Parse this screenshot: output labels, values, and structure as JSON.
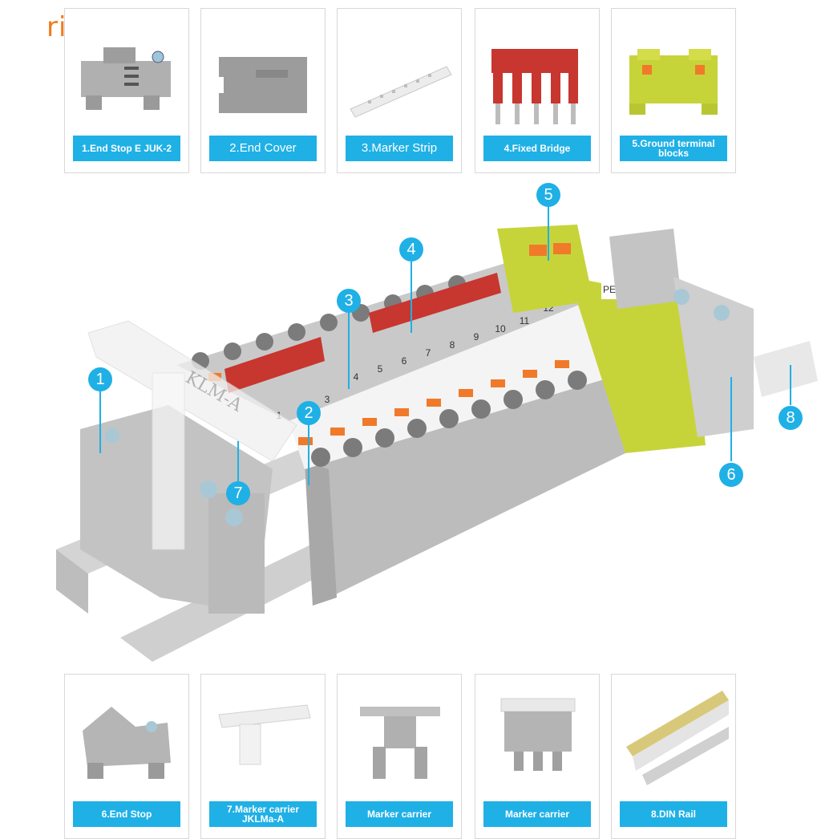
{
  "brand": "risingmp",
  "top_cards": [
    {
      "label": "1.End Stop E JUK-2",
      "icon": "end-stop-icon"
    },
    {
      "label": "2.End Cover",
      "icon": "end-cover-icon"
    },
    {
      "label": "3.Marker Strip",
      "icon": "marker-strip-icon"
    },
    {
      "label": "4.Fixed Bridge",
      "icon": "fixed-bridge-icon"
    },
    {
      "label": "5.Ground terminal blocks",
      "icon": "ground-terminal-icon"
    }
  ],
  "bottom_cards": [
    {
      "label": "6.End Stop",
      "icon": "end-stop-icon"
    },
    {
      "label": "7.Marker carrier JKLMa-A",
      "icon": "marker-carrier-icon"
    },
    {
      "label": "Marker carrier",
      "icon": "marker-carrier-icon"
    },
    {
      "label": "Marker carrier",
      "icon": "marker-carrier-icon"
    },
    {
      "label": "8.DIN Rail",
      "icon": "din-rail-icon"
    }
  ],
  "callouts": [
    "1",
    "2",
    "3",
    "4",
    "5",
    "6",
    "7",
    "8"
  ],
  "marker_numbers": [
    "1",
    "2",
    "3",
    "4",
    "5",
    "6",
    "7",
    "8",
    "9",
    "10",
    "11",
    "12"
  ],
  "pe_labels": [
    "PE",
    "PE"
  ],
  "carrier_text": "KLM-A",
  "colors": {
    "accent": "#1fb0e6",
    "brand": "#f07c1e",
    "bridge": "#c7362f",
    "terminal": "#b9b9b9",
    "ground": "#c6d43a",
    "lever": "#f07a2a"
  }
}
